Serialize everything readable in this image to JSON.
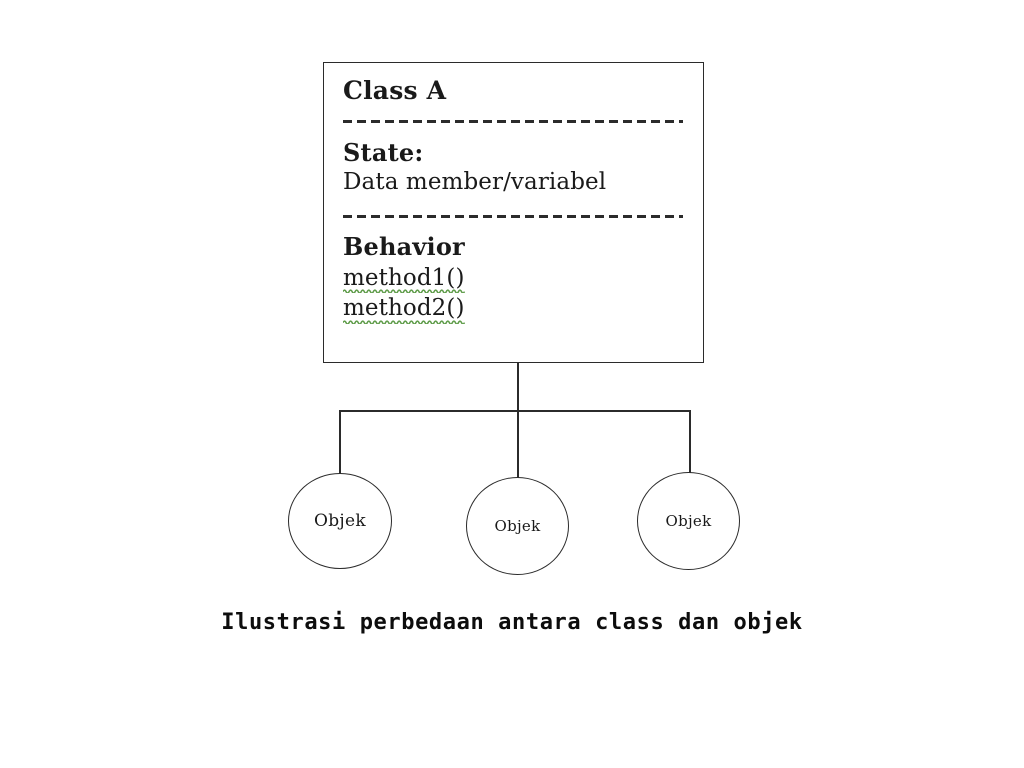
{
  "diagram": {
    "title": "Ilustrasi perbedaan antara class dan objek",
    "class_box": {
      "name": "Class A",
      "separator_1": "---------------------------------",
      "state_heading": "State:",
      "state_value": "Data member/variabel",
      "separator_2": "---------------------------------",
      "behavior_heading": "Behavior",
      "methods": [
        {
          "label": "method1()",
          "spellcheck_flagged": true
        },
        {
          "label": "method2()",
          "spellcheck_flagged": true
        }
      ]
    },
    "objects": [
      {
        "label": "Objek"
      },
      {
        "label": "Objek"
      },
      {
        "label": "Objek"
      }
    ],
    "caption": "Ilustrasi perbedaan antara class dan objek",
    "colors": {
      "stroke": "#2b2b2b",
      "text": "#1a1a1a",
      "background": "#ffffff",
      "spellcheck_underline": "#5f9c4a"
    }
  }
}
